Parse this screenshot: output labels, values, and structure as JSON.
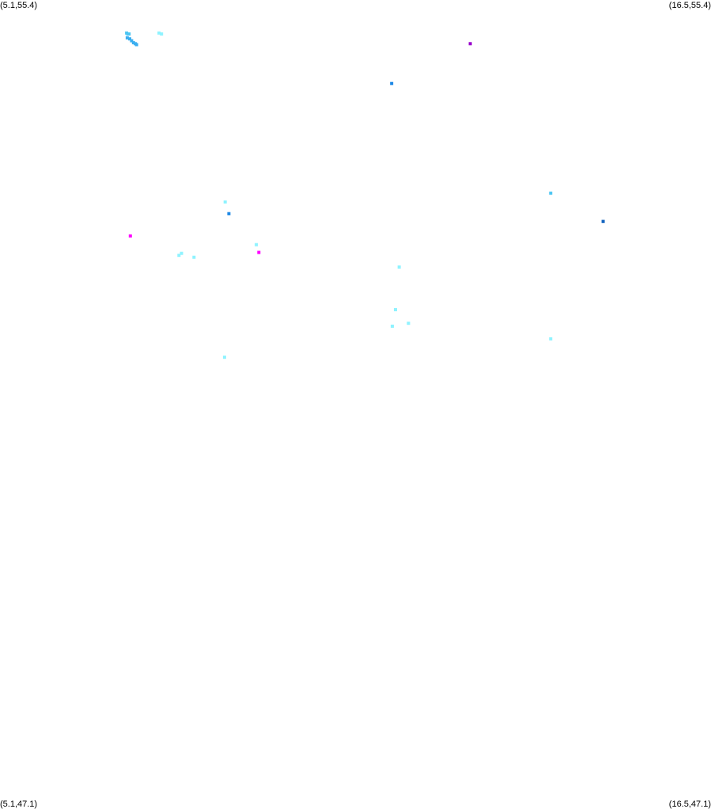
{
  "corners": {
    "top_left": "(5.1,55.4)",
    "top_right": "(16.5,55.4)",
    "bottom_left": "(5.1,47.1)",
    "bottom_right": "(16.5,47.1)"
  },
  "bounds": {
    "lon_min": 5.1,
    "lon_max": 16.5,
    "lat_min": 47.1,
    "lat_max": 55.4
  },
  "colors": {
    "pale_cyan": "#8ff3ff",
    "light_blue": "#4ec6f2",
    "sky_blue": "#3aaef0",
    "medium_blue": "#1e88e5",
    "dark_blue": "#1565c0",
    "magenta": "#ff00ff",
    "purple": "#9900cc"
  },
  "points": [
    {
      "lon": 7.13,
      "lat": 55.06,
      "color": "light_blue"
    },
    {
      "lon": 7.15,
      "lat": 55.05,
      "color": "light_blue"
    },
    {
      "lon": 7.17,
      "lat": 55.05,
      "color": "light_blue"
    },
    {
      "lon": 7.14,
      "lat": 55.01,
      "color": "sky_blue"
    },
    {
      "lon": 7.18,
      "lat": 55.0,
      "color": "sky_blue"
    },
    {
      "lon": 7.21,
      "lat": 54.98,
      "color": "sky_blue"
    },
    {
      "lon": 7.24,
      "lat": 54.96,
      "color": "sky_blue"
    },
    {
      "lon": 7.27,
      "lat": 54.95,
      "color": "sky_blue"
    },
    {
      "lon": 7.29,
      "lat": 54.94,
      "color": "sky_blue"
    },
    {
      "lon": 7.65,
      "lat": 55.06,
      "color": "pale_cyan"
    },
    {
      "lon": 7.69,
      "lat": 55.05,
      "color": "pale_cyan"
    },
    {
      "lon": 12.64,
      "lat": 54.95,
      "color": "purple"
    },
    {
      "lon": 11.38,
      "lat": 54.54,
      "color": "medium_blue"
    },
    {
      "lon": 13.93,
      "lat": 53.41,
      "color": "light_blue"
    },
    {
      "lon": 14.77,
      "lat": 53.12,
      "color": "dark_blue"
    },
    {
      "lon": 8.71,
      "lat": 53.32,
      "color": "pale_cyan"
    },
    {
      "lon": 8.77,
      "lat": 53.2,
      "color": "medium_blue"
    },
    {
      "lon": 7.19,
      "lat": 52.97,
      "color": "magenta"
    },
    {
      "lon": 9.21,
      "lat": 52.88,
      "color": "pale_cyan"
    },
    {
      "lon": 9.25,
      "lat": 52.8,
      "color": "magenta"
    },
    {
      "lon": 7.97,
      "lat": 52.77,
      "color": "pale_cyan"
    },
    {
      "lon": 8.01,
      "lat": 52.79,
      "color": "pale_cyan"
    },
    {
      "lon": 8.21,
      "lat": 52.75,
      "color": "pale_cyan"
    },
    {
      "lon": 11.5,
      "lat": 52.65,
      "color": "pale_cyan"
    },
    {
      "lon": 11.44,
      "lat": 52.21,
      "color": "pale_cyan"
    },
    {
      "lon": 11.65,
      "lat": 52.07,
      "color": "pale_cyan"
    },
    {
      "lon": 11.39,
      "lat": 52.04,
      "color": "pale_cyan"
    },
    {
      "lon": 13.93,
      "lat": 51.91,
      "color": "pale_cyan"
    },
    {
      "lon": 8.7,
      "lat": 51.72,
      "color": "pale_cyan"
    }
  ]
}
